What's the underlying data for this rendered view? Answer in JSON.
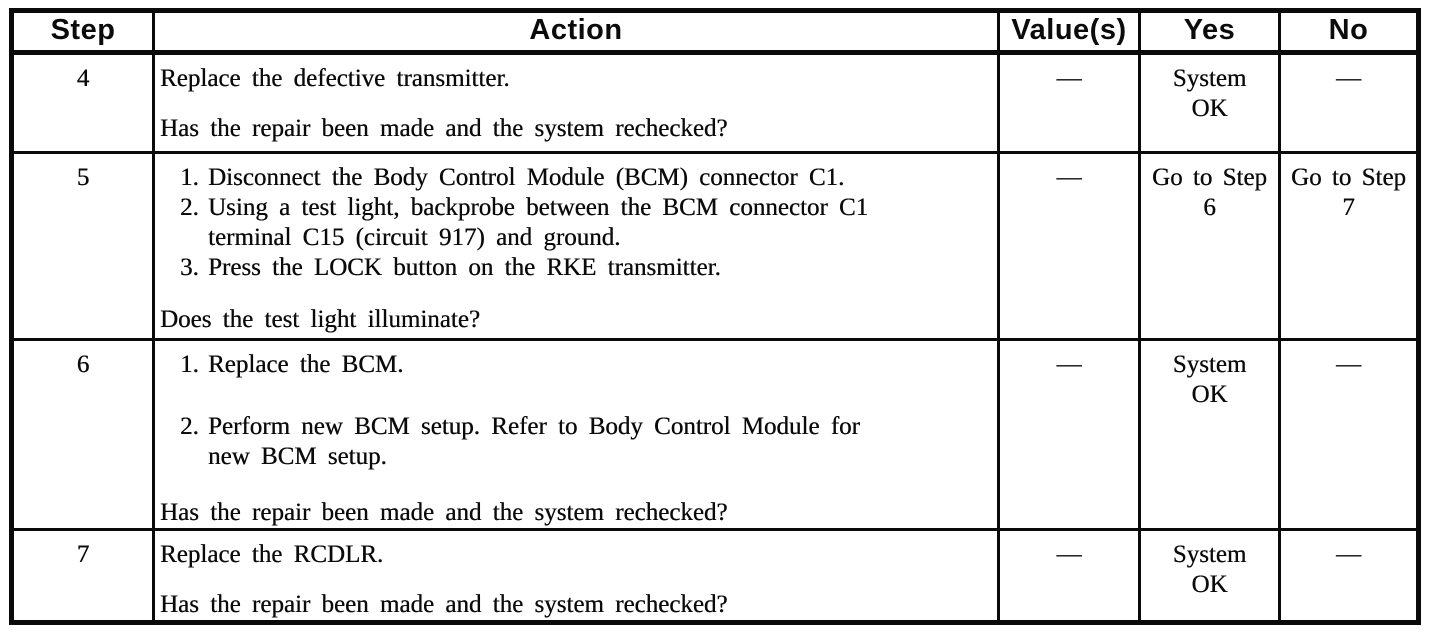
{
  "page": {
    "background": "#ffffff",
    "ink": "#0b0b0b"
  },
  "table": {
    "headers": {
      "step": "Step",
      "action": "Action",
      "values": "Value(s)",
      "yes": "Yes",
      "no": "No"
    },
    "rows": [
      {
        "step": "4",
        "action": {
          "intro": "Replace the defective transmitter.",
          "question": "Has the repair been made and the system rechecked?"
        },
        "value": "—",
        "yes": [
          "System",
          "OK"
        ],
        "no": "—"
      },
      {
        "step": "5",
        "action": {
          "items": [
            {
              "num": "1.",
              "text": "Disconnect the Body Control Module (BCM) connector C1."
            },
            {
              "num": "2.",
              "text": [
                "Using a test light, backprobe between the BCM connector C1",
                "terminal C15 (circuit 917) and ground."
              ]
            },
            {
              "num": "3.",
              "text": "Press the LOCK button on the RKE transmitter."
            }
          ],
          "question": "Does the test light illuminate?"
        },
        "value": "—",
        "yes": [
          "Go to Step",
          "6"
        ],
        "no": [
          "Go to Step",
          "7"
        ]
      },
      {
        "step": "6",
        "action": {
          "items": [
            {
              "num": "1.",
              "text": "Replace the BCM."
            },
            {
              "num": "2.",
              "text": [
                "Perform new BCM setup. Refer to Body Control Module for",
                "new BCM setup."
              ]
            }
          ],
          "question": "Has the repair been made and the system rechecked?"
        },
        "value": "—",
        "yes": [
          "System",
          "OK"
        ],
        "no": "—"
      },
      {
        "step": "7",
        "action": {
          "intro": "Replace the RCDLR.",
          "question": "Has the repair been made and the system rechecked?"
        },
        "value": "—",
        "yes": [
          "System",
          "OK"
        ],
        "no": "—"
      }
    ]
  }
}
